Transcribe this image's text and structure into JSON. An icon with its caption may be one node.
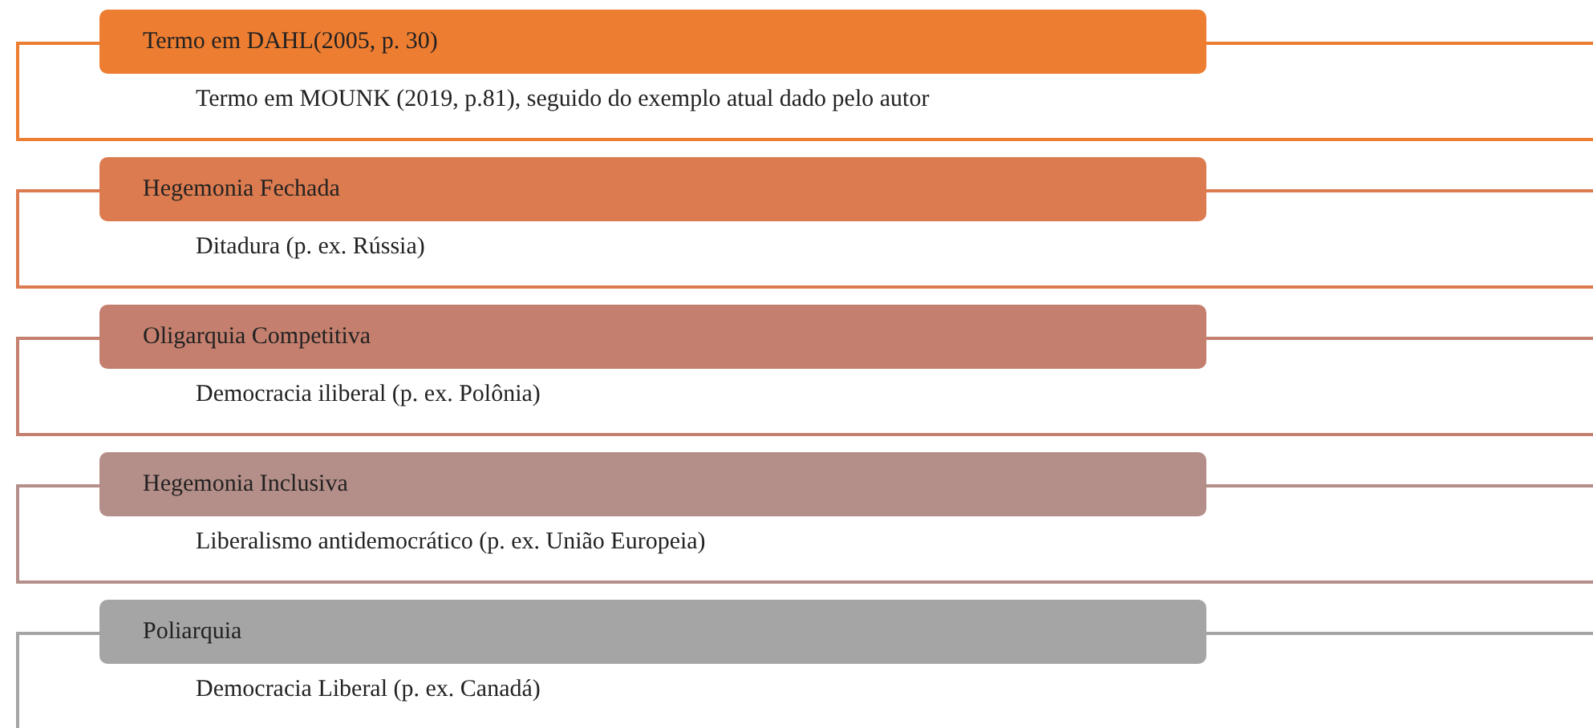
{
  "diagram": {
    "nodes": [
      {
        "text": [
          "Termo em DAHL(2005, p. 30)"
        ]
      },
      {
        "text": [
          "Termo em MOUNK (2019, p.81), seguido do exemplo atual dado pelo autor"
        ]
      },
      {
        "text": [
          "Hegemonia Fechada"
        ]
      },
      {
        "text": [
          "Ditadura (p. ex. Rússia)"
        ]
      },
      {
        "text": [
          "Oligarquia Competitiva"
        ]
      },
      {
        "text": [
          "Democracia iliberal (p. ex. Polônia)"
        ]
      },
      {
        "text": [
          "Hegemonia Inclusiva"
        ]
      },
      {
        "text": [
          "Liberalismo antidemocrático (p. ex. União Europeia)"
        ]
      },
      {
        "text": [
          "Poliarquia"
        ]
      },
      {
        "text": [
          "Democracia Liberal (p. ex. Canadá)"
        ]
      }
    ],
    "edges": []
  }
}
